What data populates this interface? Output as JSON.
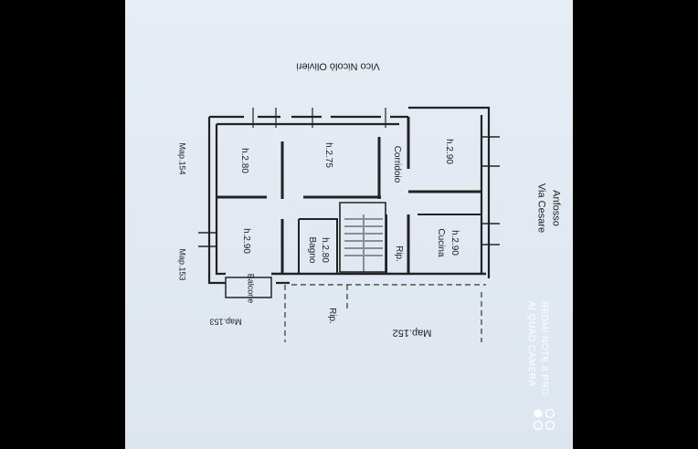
{
  "plan": {
    "street_top": "Vico Nicolò Olivieri",
    "street_right_line1": "Via Cesare",
    "street_right_line2": "Anfosso",
    "map_labels": [
      "Map.154",
      "Map.153",
      "Map.153",
      "Map.152"
    ],
    "rooms": [
      {
        "height": "h.2.80"
      },
      {
        "height": "h.2.75"
      },
      {
        "height": "h.2.90"
      },
      {
        "height": "h.2.90"
      },
      {
        "name": "Bagno",
        "height": "h.2.80"
      },
      {
        "name": "Cucina",
        "height": "h.2.90"
      }
    ],
    "corridor": "Corridoio",
    "closets": [
      "Rip.",
      "Rip."
    ],
    "balcony": "Balcone"
  },
  "watermark": {
    "line1": "REDMI NOTE 8 PRO",
    "line2": "AI QUAD CAMERA"
  }
}
